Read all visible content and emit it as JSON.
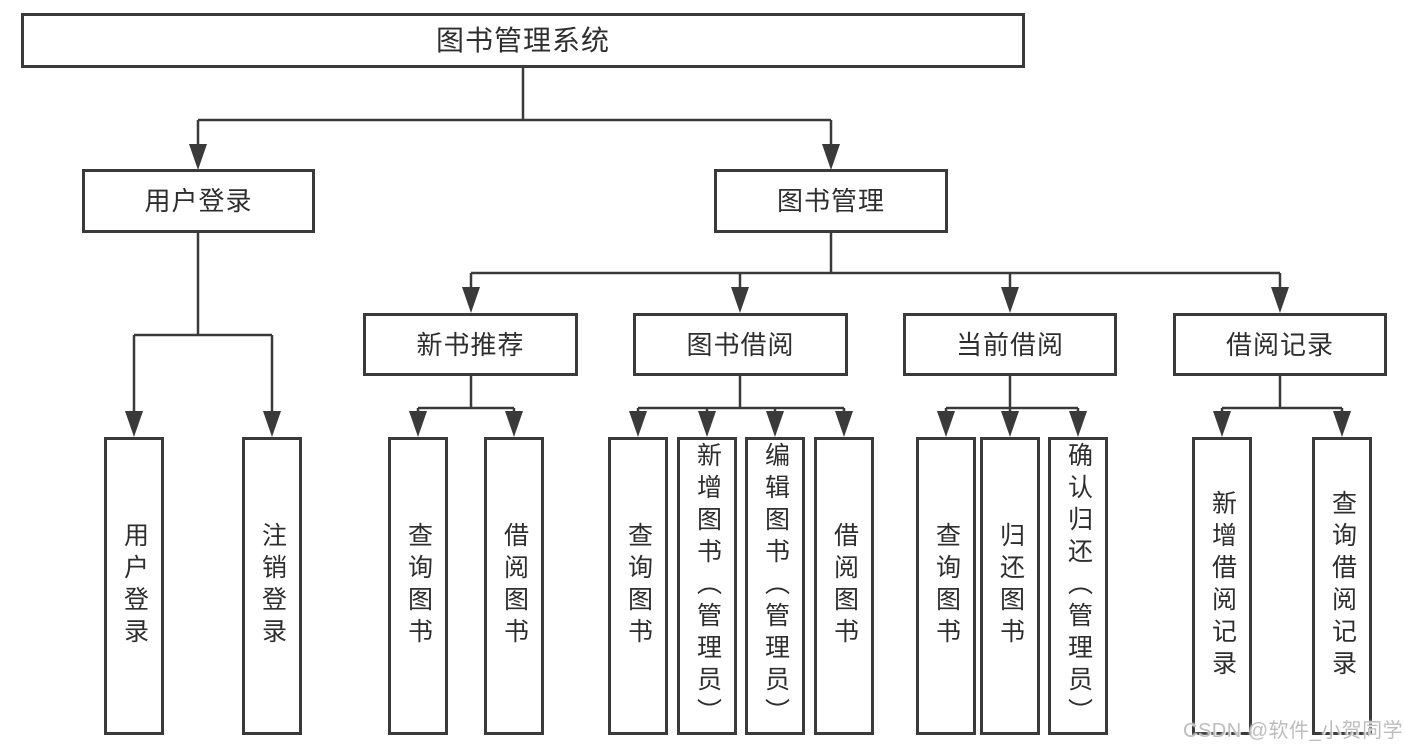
{
  "diagram": {
    "title_node": "图书管理系统",
    "root": {
      "label": "图书管理系统"
    },
    "level2": [
      {
        "label": "用户登录"
      },
      {
        "label": "图书管理"
      }
    ],
    "level3": [
      {
        "label": "新书推荐",
        "parent": "图书管理"
      },
      {
        "label": "图书借阅",
        "parent": "图书管理"
      },
      {
        "label": "当前借阅",
        "parent": "图书管理"
      },
      {
        "label": "借阅记录",
        "parent": "图书管理"
      }
    ],
    "leaves": [
      {
        "label": "用户登录",
        "parent": "用户登录"
      },
      {
        "label": "注销登录",
        "parent": "用户登录"
      },
      {
        "label": "查询图书",
        "parent": "新书推荐"
      },
      {
        "label": "借阅图书",
        "parent": "新书推荐"
      },
      {
        "label": "查询图书",
        "parent": "图书借阅"
      },
      {
        "label": "新增图书（管理员）",
        "parent": "图书借阅"
      },
      {
        "label": "编辑图书（管理员）",
        "parent": "图书借阅"
      },
      {
        "label": "借阅图书",
        "parent": "图书借阅"
      },
      {
        "label": "查询图书",
        "parent": "当前借阅"
      },
      {
        "label": "归还图书",
        "parent": "当前借阅"
      },
      {
        "label": "确认归还（管理员）",
        "parent": "当前借阅"
      },
      {
        "label": "新增借阅记录",
        "parent": "借阅记录"
      },
      {
        "label": "查询借阅记录",
        "parent": "借阅记录"
      }
    ]
  },
  "watermark": {
    "text": "CSDN @软件_小贺同学"
  },
  "colors": {
    "line": "#3a3a3a",
    "box_border": "#3a3a3a",
    "box_fill": "#ffffff",
    "text": "#2e2e2e",
    "watermark": "#bdbdbd",
    "background": "#ffffff"
  }
}
